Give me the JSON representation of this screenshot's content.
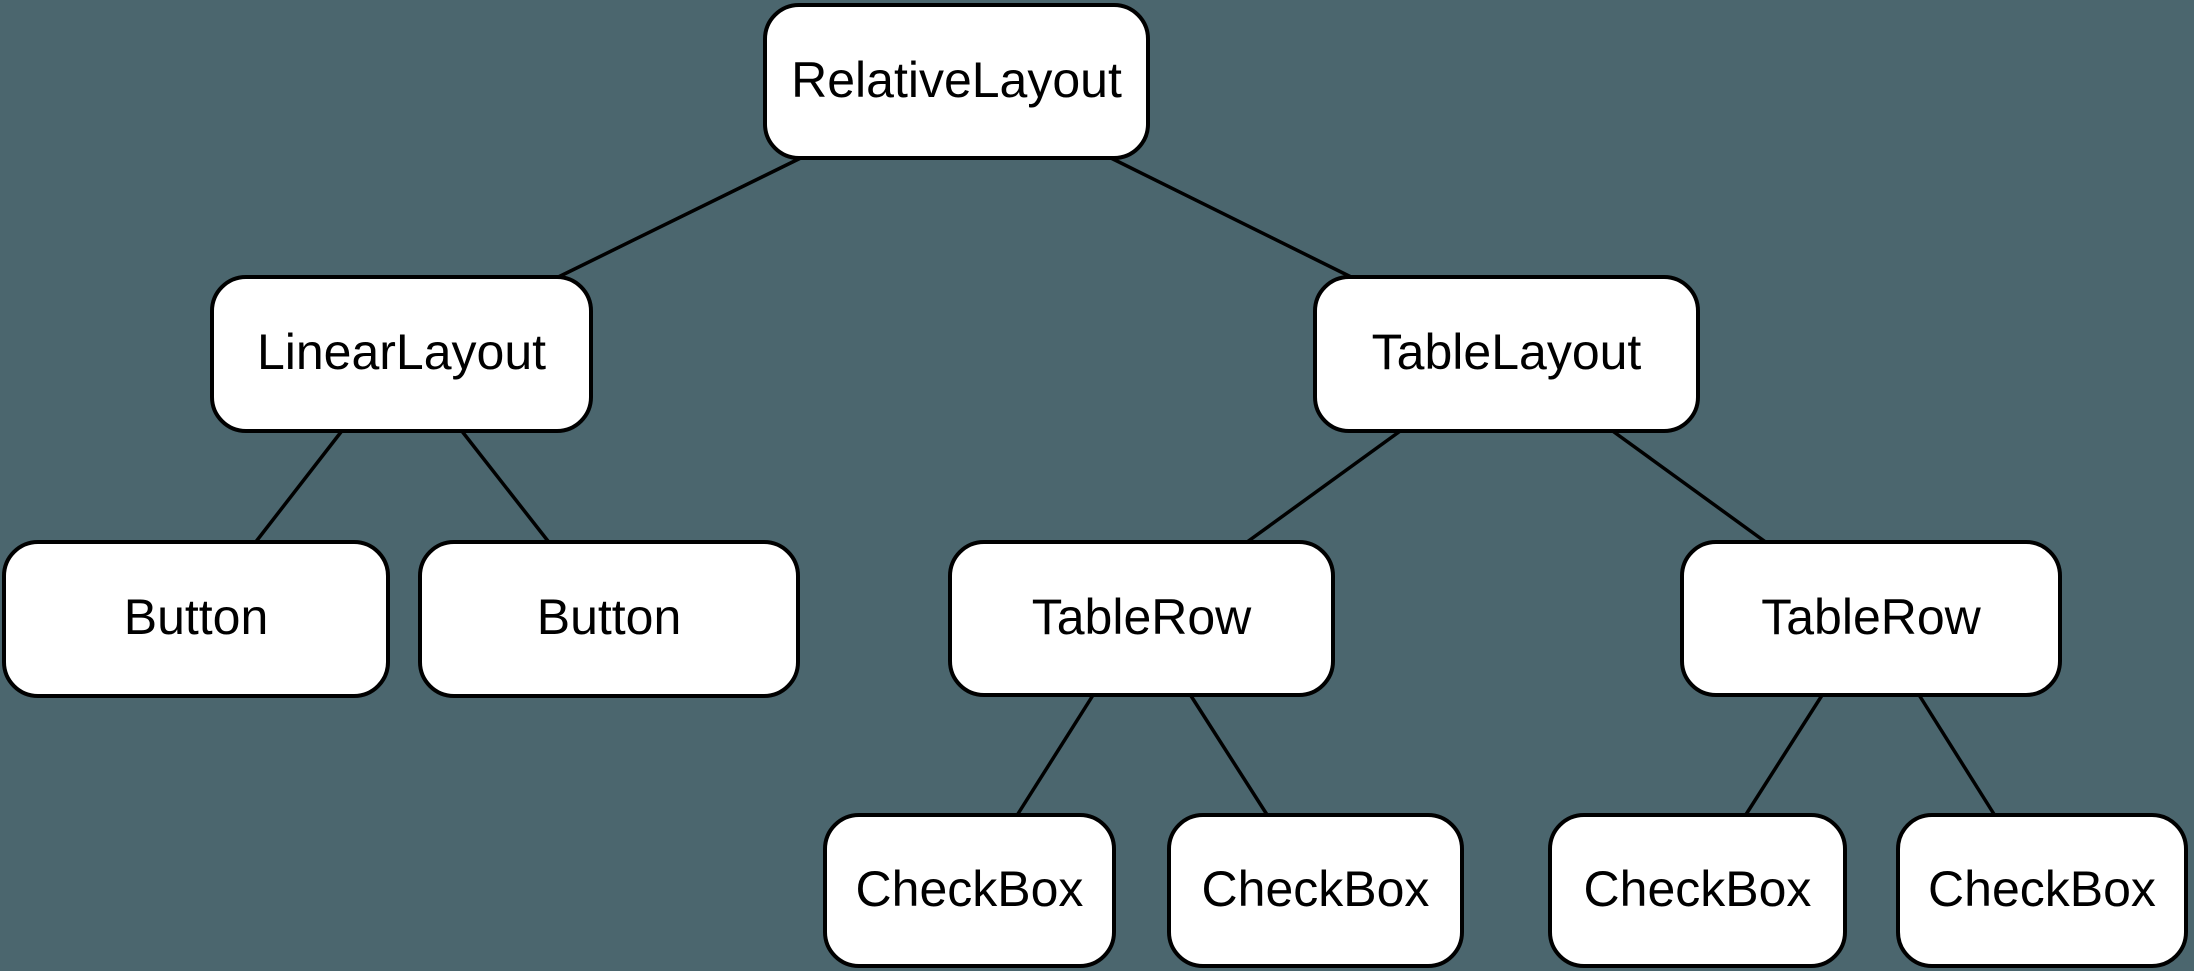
{
  "diagram": {
    "type": "tree",
    "background_color": "#4B666E",
    "node_style": {
      "fill": "#FFFFFF",
      "border_color": "#000000",
      "text_color": "#000000"
    },
    "edge_color": "#000000",
    "nodes": [
      {
        "id": "relative-layout",
        "label": "RelativeLayout"
      },
      {
        "id": "linear-layout",
        "label": "LinearLayout"
      },
      {
        "id": "table-layout",
        "label": "TableLayout"
      },
      {
        "id": "button-1",
        "label": "Button"
      },
      {
        "id": "button-2",
        "label": "Button"
      },
      {
        "id": "table-row-1",
        "label": "TableRow"
      },
      {
        "id": "table-row-2",
        "label": "TableRow"
      },
      {
        "id": "checkbox-1",
        "label": "CheckBox"
      },
      {
        "id": "checkbox-2",
        "label": "CheckBox"
      },
      {
        "id": "checkbox-3",
        "label": "CheckBox"
      },
      {
        "id": "checkbox-4",
        "label": "CheckBox"
      }
    ],
    "edges": [
      {
        "from": "relative-layout",
        "to": "linear-layout"
      },
      {
        "from": "relative-layout",
        "to": "table-layout"
      },
      {
        "from": "linear-layout",
        "to": "button-1"
      },
      {
        "from": "linear-layout",
        "to": "button-2"
      },
      {
        "from": "table-layout",
        "to": "table-row-1"
      },
      {
        "from": "table-layout",
        "to": "table-row-2"
      },
      {
        "from": "table-row-1",
        "to": "checkbox-1"
      },
      {
        "from": "table-row-1",
        "to": "checkbox-2"
      },
      {
        "from": "table-row-2",
        "to": "checkbox-3"
      },
      {
        "from": "table-row-2",
        "to": "checkbox-4"
      }
    ]
  }
}
